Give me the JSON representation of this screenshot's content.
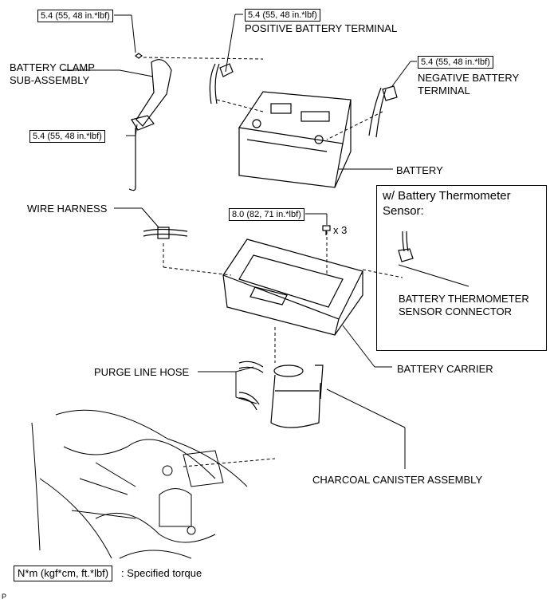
{
  "torque": {
    "clamp_top": "5.4 (55, 48 in.*lbf)",
    "clamp_bottom": "5.4 (55, 48 in.*lbf)",
    "positive": "5.4 (55, 48 in.*lbf)",
    "negative": "5.4 (55, 48 in.*lbf)",
    "carrier": "8.0 (82, 71 in.*lbf)",
    "carrier_qty": "x 3"
  },
  "labels": {
    "battery_clamp": "BATTERY CLAMP\nSUB-ASSEMBLY",
    "positive_terminal": "POSITIVE BATTERY TERMINAL",
    "negative_terminal": "NEGATIVE BATTERY\nTERMINAL",
    "battery": "BATTERY",
    "wire_harness": "WIRE HARNESS",
    "battery_carrier": "BATTERY CARRIER",
    "purge_line_hose": "PURGE LINE HOSE",
    "charcoal_canister": "CHARCOAL CANISTER ASSEMBLY",
    "sensor_connector": "BATTERY THERMOMETER\nSENSOR CONNECTOR"
  },
  "inset": {
    "title": "w/ Battery Thermometer\nSensor:"
  },
  "legend": {
    "unit": "N*m (kgf*cm, ft.*lbf)",
    "text": ": Specified torque"
  },
  "footer": {
    "code": "P"
  }
}
